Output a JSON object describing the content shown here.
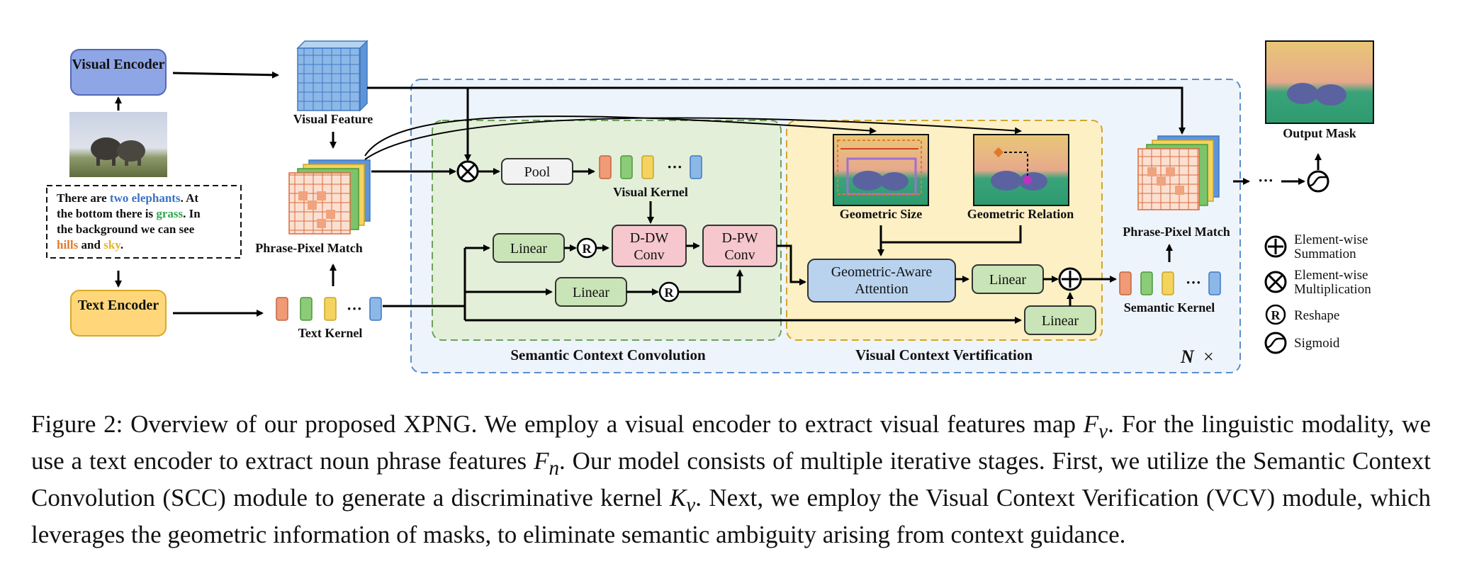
{
  "diagram": {
    "visual_encoder": "Visual Encoder",
    "text_encoder": "Text Encoder",
    "visual_feature": "Visual Feature",
    "phrase_pixel_match": "Phrase-Pixel Match",
    "text_kernel": "Text Kernel",
    "caption_text": {
      "line1_a": "There are ",
      "line1_b": "two elephants",
      "line1_c": ". At",
      "line2_a": "the bottom there is ",
      "line2_b": "grass",
      "line2_c": ". In",
      "line3": "the background we can see",
      "line4_a": "hills",
      "line4_b": " and ",
      "line4_c": "sky",
      "line4_d": "."
    },
    "pool": "Pool",
    "visual_kernel": "Visual Kernel",
    "linear": "Linear",
    "ddw_conv_1": "D-DW",
    "ddw_conv_2": "Conv",
    "dpw_conv_1": "D-PW",
    "dpw_conv_2": "Conv",
    "geometric_size": "Geometric Size",
    "geometric_relation": "Geometric Relation",
    "geo_attention_1": "Geometric-Aware",
    "geo_attention_2": "Attention",
    "scc_label": "Semantic Context Convolution",
    "vcv_label": "Visual Context Vertification",
    "n_times": "N",
    "times_symbol": "×",
    "phrase_pixel_match_right": "Phrase-Pixel Match",
    "semantic_kernel": "Semantic Kernel",
    "output_mask": "Output Mask",
    "ellipsis": "···",
    "reshape_symbol": "R"
  },
  "legend": {
    "sum_1": "Element-wise",
    "sum_2": "Summation",
    "mult_1": "Element-wise",
    "mult_2": "Multiplication",
    "reshape": "Reshape",
    "sigmoid": "Sigmoid"
  },
  "caption": {
    "p1": "Figure 2: Overview of our proposed XPNG. We employ a visual encoder to extract visual features map ",
    "fv": "F",
    "fv_sub": "v",
    "p2": ". For the linguistic modality, we use a text encoder to extract noun phrase features ",
    "fn": "F",
    "fn_sub": "n",
    "p3": ". Our model consists of multiple iterative stages. First, we utilize the Semantic Context Convolution (SCC) module to generate a discriminative kernel ",
    "kv": "K",
    "kv_sub": "v",
    "p4": ". Next, we employ the Visual Context Verification (VCV) module, which leverages the geometric information of masks, to eliminate semantic ambiguity arising from context guidance."
  },
  "colors": {
    "phrase_blue": "#3b72c6",
    "phrase_green": "#2fa84f",
    "phrase_orange": "#e07a2a",
    "phrase_yellow": "#e6b52a",
    "encoder_blue": "#8fa6e6",
    "encoder_orange": "#ffd77a",
    "scc_bg": "#e3efd9",
    "vcv_bg": "#fdf0c4",
    "outer_bg": "#eef4fb"
  }
}
